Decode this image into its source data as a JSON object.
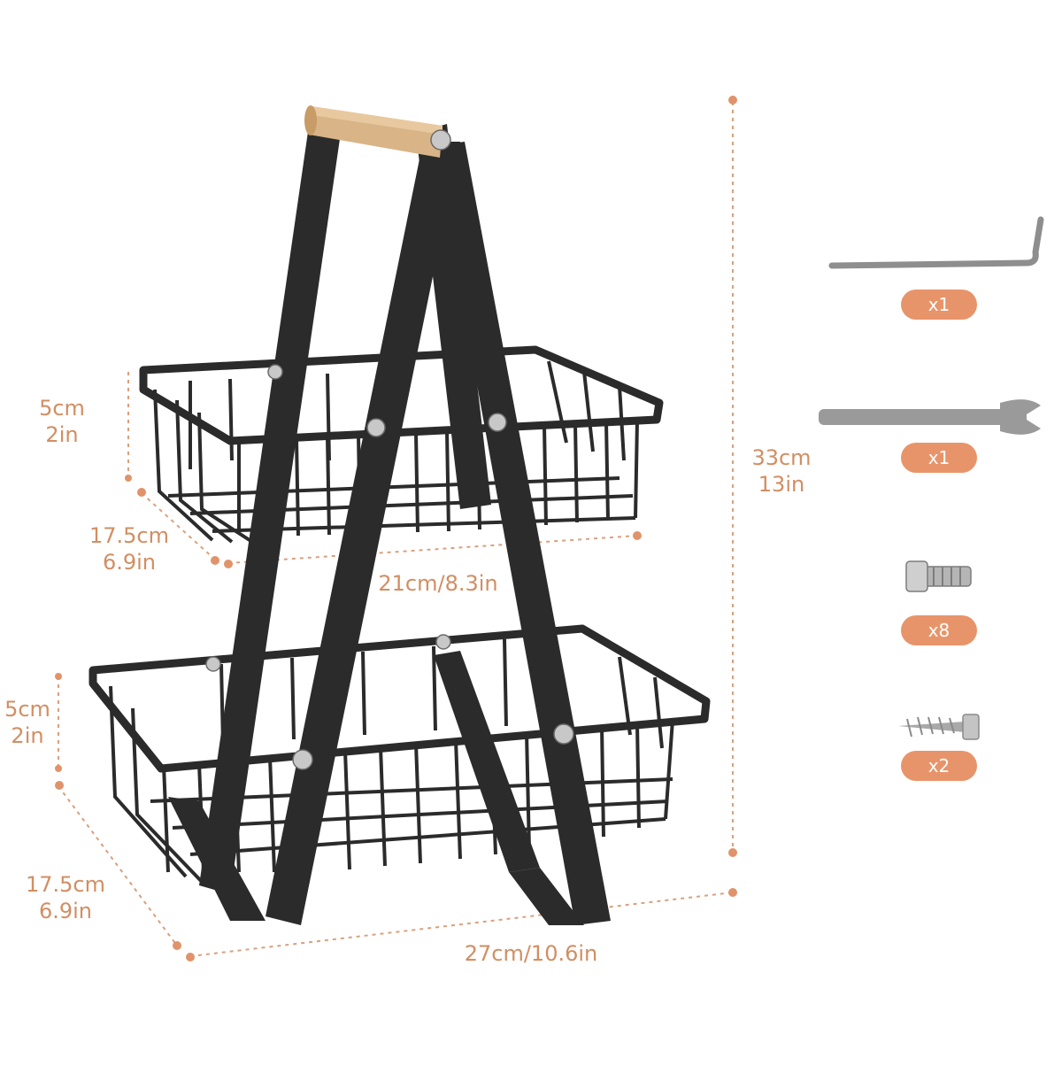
{
  "colors": {
    "accent": "#e8946a",
    "dimension": "#d28e63",
    "frame": "#2b2b2b",
    "wood": "#d9b487",
    "steel": "#9a9a9a"
  },
  "dimensions": {
    "top_height": {
      "cm": "5cm",
      "in": "2in"
    },
    "top_depth": {
      "cm": "17.5cm",
      "in": "6.9in"
    },
    "top_width": "21cm/8.3in",
    "bottom_height": {
      "cm": "5cm",
      "in": "2in"
    },
    "bottom_depth": {
      "cm": "17.5cm",
      "in": "6.9in"
    },
    "bottom_width": "27cm/10.6in",
    "total_height": {
      "cm": "33cm",
      "in": "13in"
    }
  },
  "accessories": [
    {
      "name": "allen-key",
      "icon": "allen-key-icon",
      "qty": "x1"
    },
    {
      "name": "wrench",
      "icon": "wrench-icon",
      "qty": "x1"
    },
    {
      "name": "bolt",
      "icon": "bolt-icon",
      "qty": "x8"
    },
    {
      "name": "screw",
      "icon": "screw-icon",
      "qty": "x2"
    }
  ]
}
